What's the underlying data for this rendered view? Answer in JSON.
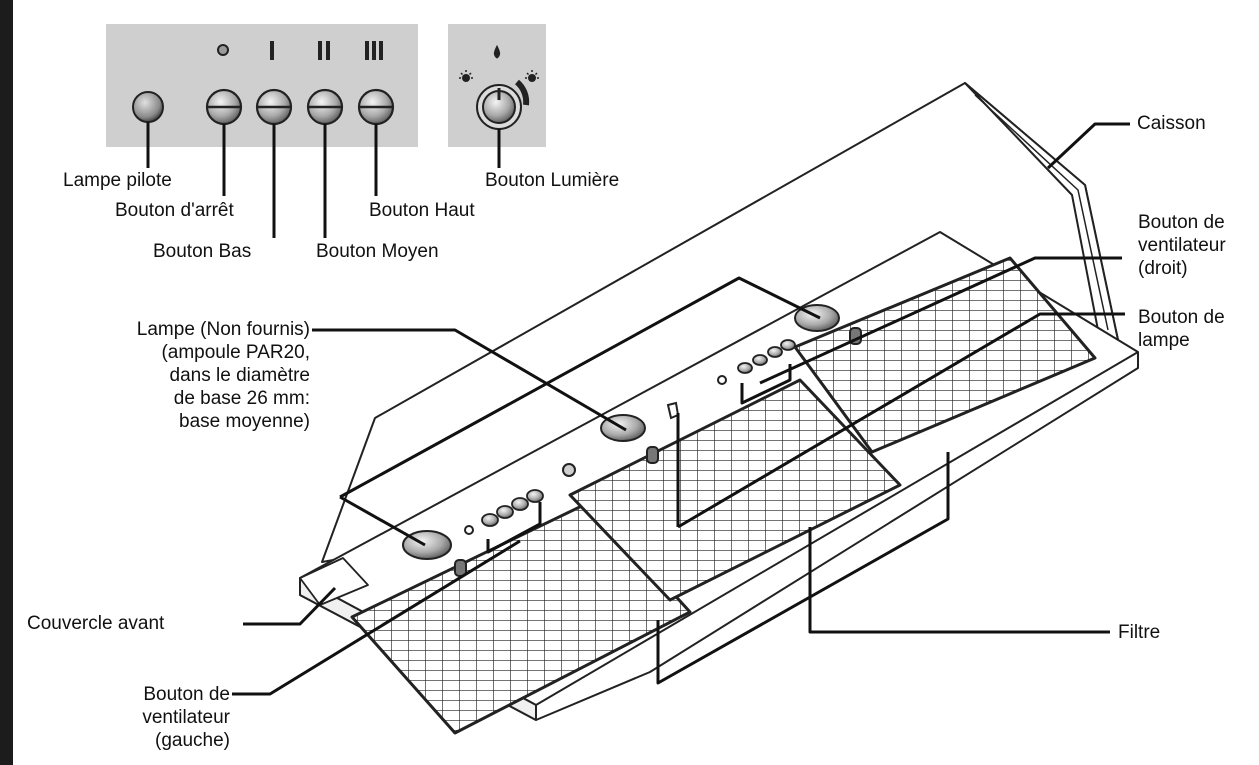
{
  "control_panel": {
    "speed_symbols": [
      "○",
      "I",
      "II",
      "III"
    ]
  },
  "labels": {
    "lampe_pilote": "Lampe pilote",
    "bouton_arret": "Bouton d'arrêt",
    "bouton_bas": "Bouton Bas",
    "bouton_moyen": "Bouton Moyen",
    "bouton_haut": "Bouton Haut",
    "bouton_lumiere": "Bouton Lumière",
    "caisson": "Caisson",
    "bouton_ventilateur_droit": [
      "Bouton de",
      "ventilateur",
      "(droit)"
    ],
    "bouton_lampe": [
      "Bouton de",
      "lampe"
    ],
    "lampe": [
      "Lampe (Non fournis)",
      "(ampoule PAR20,",
      "dans le diamètre",
      "de base 26 mm:",
      "base moyenne)"
    ],
    "couvercle_avant": "Couvercle avant",
    "filtre": "Filtre",
    "bouton_ventilateur_gauche": [
      "Bouton de",
      "ventilateur",
      "(gauche)"
    ]
  }
}
